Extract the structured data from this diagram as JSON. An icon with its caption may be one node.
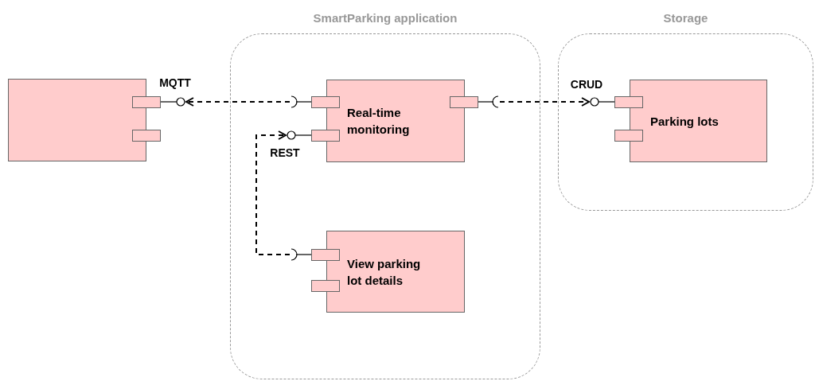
{
  "diagram": {
    "nodes": [
      {
        "text": [
          "SmartParking application"
        ]
      },
      {
        "text": [
          "Storage"
        ]
      },
      {
        "text": [],
        "shape": "box"
      },
      {
        "text": [
          "Real-time monitoring"
        ],
        "in": 0
      },
      {
        "text": [
          "View parking lot details"
        ],
        "in": 0
      },
      {
        "text": [
          "Parking lots"
        ],
        "in": 1
      }
    ],
    "edges": [
      {
        "from": 3,
        "to": 2,
        "arrow": "to",
        "label": "MQTT",
        "style": "dashed"
      },
      {
        "from": 4,
        "to": 3,
        "arrow": "to",
        "label": "REST",
        "style": "dashed"
      },
      {
        "from": 3,
        "to": 5,
        "arrow": "to",
        "label": "CRUD",
        "style": "dashed"
      }
    ]
  }
}
